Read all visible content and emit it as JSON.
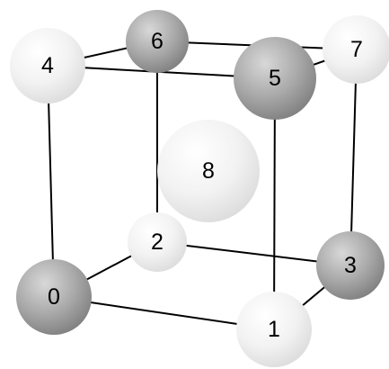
{
  "atoms": [
    {
      "label": "0",
      "shade": "dark"
    },
    {
      "label": "1",
      "shade": "light"
    },
    {
      "label": "2",
      "shade": "light"
    },
    {
      "label": "3",
      "shade": "dark"
    },
    {
      "label": "4",
      "shade": "light"
    },
    {
      "label": "5",
      "shade": "dark"
    },
    {
      "label": "6",
      "shade": "dark"
    },
    {
      "label": "7",
      "shade": "light"
    },
    {
      "label": "8",
      "shade": "light"
    }
  ],
  "edges": [
    [
      "0",
      "1"
    ],
    [
      "0",
      "2"
    ],
    [
      "0",
      "4"
    ],
    [
      "1",
      "3"
    ],
    [
      "1",
      "5"
    ],
    [
      "2",
      "3"
    ],
    [
      "2",
      "6"
    ],
    [
      "3",
      "7"
    ],
    [
      "4",
      "5"
    ],
    [
      "4",
      "6"
    ],
    [
      "5",
      "7"
    ],
    [
      "6",
      "7"
    ]
  ],
  "colors": {
    "light_sphere_highlight": "#ffffff",
    "light_sphere_mid": "#f2f2f2",
    "light_sphere_edge": "#dadada",
    "dark_sphere_highlight": "#d8d8d8",
    "dark_sphere_mid": "#a8a8a8",
    "dark_sphere_edge": "#7c7c7c",
    "edge_color": "#000000"
  }
}
